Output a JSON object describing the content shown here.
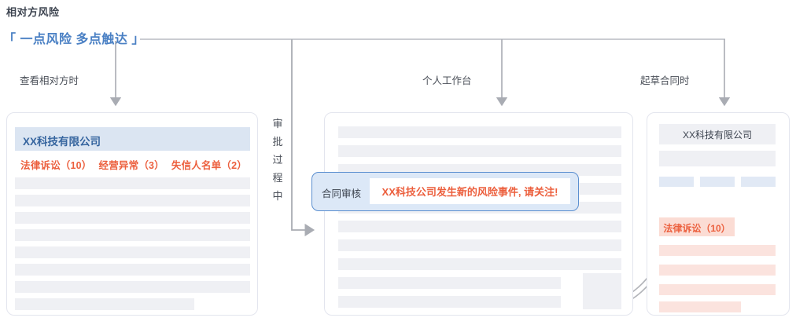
{
  "header": {
    "subtitle": "相对方风险",
    "title": "「 一点风险 多点触达 」",
    "accent_color": "#4a80c4",
    "risk_color": "#ec5f3d"
  },
  "branches": [
    {
      "id": "left",
      "label": "查看相对方时"
    },
    {
      "id": "mid",
      "label": "个人工作台"
    },
    {
      "id": "right",
      "label": "起草合同时"
    }
  ],
  "vertical_flow": {
    "label": "审\n批\n过\n程\n中"
  },
  "left_card": {
    "company_name": "XX科技有限公司",
    "risk_tags": [
      {
        "label": "法律诉讼（10）"
      },
      {
        "label": "经营异常（3）"
      },
      {
        "label": "失信人名单（2）"
      }
    ],
    "placeholder_rows": 8
  },
  "mid_card": {
    "tooltip": {
      "label": "合同审核",
      "message": "XX科技公司发生新的风险事件, 请关注!",
      "border_color": "#5b8fd0",
      "background_color": "#dce8f7"
    },
    "placeholder_rows": 10
  },
  "right_card": {
    "company_name": "XX科技有限公司",
    "chips": 3,
    "risk_badge": "法律诉讼（10）",
    "risk_rows": 4,
    "badge_color": "#fbdcd4"
  },
  "icons": {
    "arrow_down": "arrow-down-icon",
    "arrow_right": "arrow-right-icon",
    "curved_arrow": "curved-arrow-up-right-icon"
  }
}
